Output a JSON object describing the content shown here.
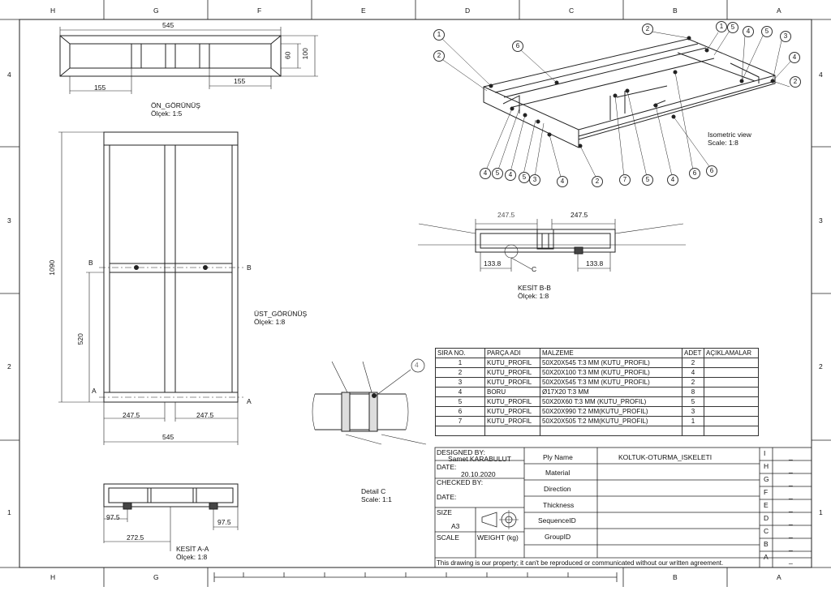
{
  "border": {
    "columns": [
      "H",
      "G",
      "F",
      "E",
      "D",
      "C",
      "B",
      "A"
    ],
    "bottom_columns": [
      "H",
      "G",
      "B",
      "A"
    ],
    "rows": [
      "4",
      "3",
      "2",
      "1"
    ]
  },
  "views": {
    "front": {
      "title": "ÖN_GÖRÜNÜŞ",
      "scale": "Ölçek:  1:5",
      "dims": {
        "width": "545",
        "left": "155",
        "right": "155",
        "inner_h": "60",
        "outer_h": "100"
      }
    },
    "top": {
      "title": "ÜST_GÖRÜNÜŞ",
      "scale": "Ölçek:  1:8",
      "dims": {
        "length": "1090",
        "half": "520",
        "left": "247.5",
        "right": "247.5",
        "width": "545"
      },
      "section_b": "B",
      "section_a": "A"
    },
    "section_aa": {
      "title": "KESİT A-A",
      "scale": "Ölçek:  1:8",
      "dims": {
        "left": "97.5",
        "right": "97.5",
        "bottom": "272.5"
      }
    },
    "section_bb": {
      "title": "KESİT B-B",
      "scale": "Ölçek:  1:8",
      "dims": {
        "left_top": "247.5",
        "right_top": "247.5",
        "left_bottom": "133.8",
        "right_bottom": "133.8"
      },
      "detail_marker": "C"
    },
    "detail_c": {
      "title": "Detail C",
      "scale": "Scale:  1:1",
      "balloon": "4"
    },
    "isometric": {
      "title": "Isometric view",
      "scale": "Scale:  1:8",
      "balloons_top": [
        "1",
        "2",
        "6",
        "2",
        "1",
        "5",
        "4",
        "5",
        "3",
        "4",
        "2"
      ],
      "balloons_bottom": [
        "4",
        "5",
        "4",
        "5",
        "3",
        "4",
        "2",
        "7",
        "5",
        "4",
        "6",
        "6"
      ]
    }
  },
  "bom": {
    "headers": [
      "SIRA NO.",
      "PARÇA ADI",
      "MALZEME",
      "ADET",
      "AÇIKLAMALAR"
    ],
    "rows": [
      [
        "1",
        "KUTU_PROFIL",
        "50X20X545 T:3 MM (KUTU_PROFIL)",
        "2",
        ""
      ],
      [
        "2",
        "KUTU_PROFIL",
        "50X20X100 T:3 MM (KUTU_PROFIL)",
        "4",
        ""
      ],
      [
        "3",
        "KUTU_PROFIL",
        "50X20X545 T:3 MM (KUTU_PROFIL)",
        "2",
        ""
      ],
      [
        "4",
        "BORU",
        "Ø17X20 T:3 MM",
        "8",
        ""
      ],
      [
        "5",
        "KUTU_PROFIL",
        "50X20X60 T:3 MM (KUTU_PROFIL)",
        "5",
        ""
      ],
      [
        "6",
        "KUTU_PROFIL",
        "50X20X990 T:2 MM(KUTU_PROFIL)",
        "3",
        ""
      ],
      [
        "7",
        "KUTU_PROFIL",
        "50X20X505 T:2 MM(KUTU_PROFIL)",
        "1",
        ""
      ]
    ]
  },
  "title_block": {
    "designed_by_label": "DESIGNED BY:",
    "designer": "Samet KARABULUT",
    "date_label": "DATE:",
    "date": "20.10.2020",
    "checked_by_label": "CHECKED BY:",
    "date2_label": "DATE:",
    "size_label": "SIZE",
    "size": "A3",
    "scale_label": "SCALE",
    "weight_label": "WEIGHT (kg)",
    "fields": [
      "Ply Name",
      "Material",
      "Direction",
      "Thickness",
      "SequenceID",
      "GroupID"
    ],
    "ply_name_value": "KOLTUK-OTURMA_ISKELETI",
    "revisions": [
      "I",
      "H",
      "G",
      "F",
      "E",
      "D",
      "C",
      "B",
      "A"
    ],
    "revision_value": "_",
    "footer": "This drawing is our property; it can't be reproduced or communicated without our written agreement."
  }
}
